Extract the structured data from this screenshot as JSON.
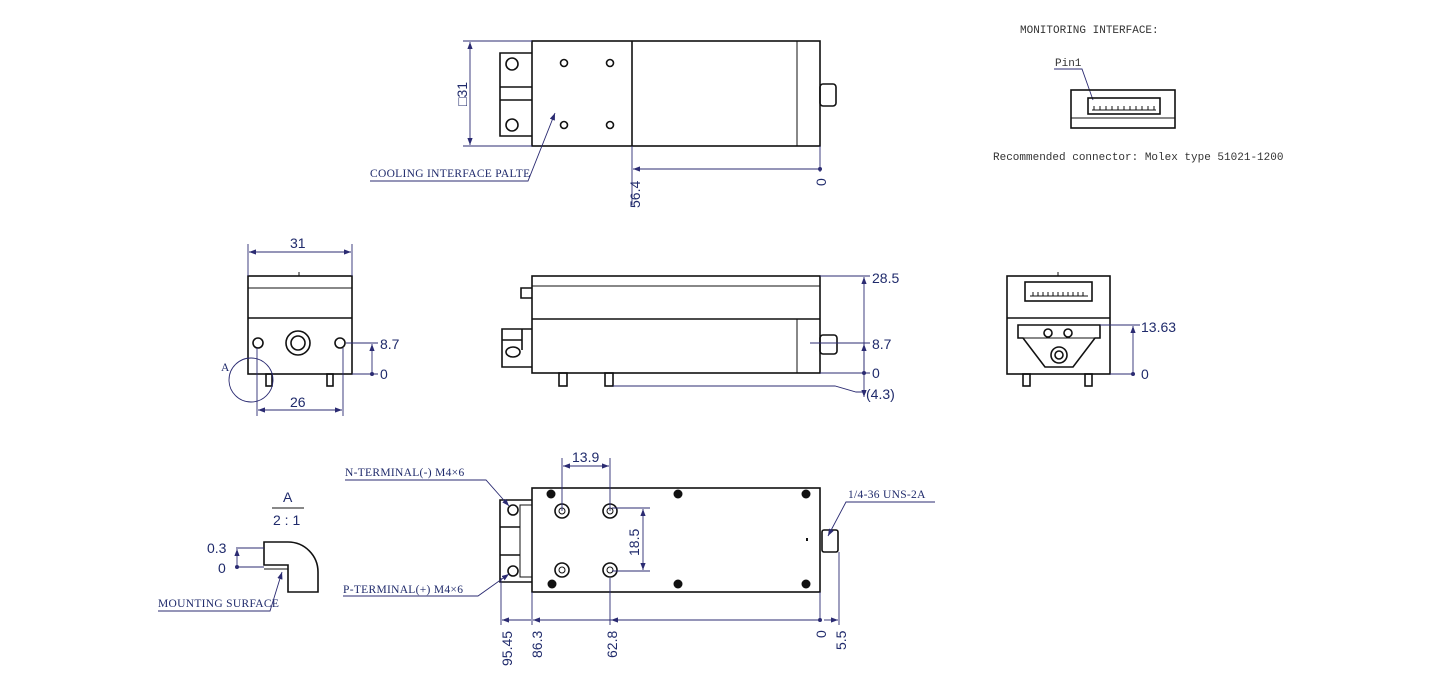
{
  "top_view": {
    "dim_square": "□31",
    "dim_56_4": "56.4",
    "dim_0": "0",
    "cooling_label": "COOLING INTERFACE PALTE"
  },
  "monitoring": {
    "title": "MONITORING INTERFACE:",
    "pin_label": "Pin1",
    "connector_note": "Recommended connector: Molex type 51021-1200"
  },
  "front_view": {
    "dim_width": "31",
    "dim_hole_spacing": "26",
    "dim_8_7": "8.7",
    "dim_0": "0",
    "detail_marker": "A"
  },
  "side_view": {
    "dim_28_5": "28.5",
    "dim_8_7": "8.7",
    "dim_0": "0",
    "dim_4_3": "(4.3)"
  },
  "right_view": {
    "dim_13_63": "13.63",
    "dim_0": "0"
  },
  "detail_a": {
    "label": "A",
    "scale": "2 : 1",
    "dim_0_3": "0.3",
    "dim_0": "0",
    "mounting_label": "MOUNTING SURFACE"
  },
  "bottom_view": {
    "n_terminal": "N-TERMINAL(-) M4×6",
    "p_terminal": "P-TERMINAL(+) M4×6",
    "thread": "1/4-36 UNS-2A",
    "dim_13_9": "13.9",
    "dim_18_5": "18.5",
    "dim_95_45": "95.45",
    "dim_86_3": "86.3",
    "dim_62_8": "62.8",
    "dim_0": "0",
    "dim_5_5": "5.5"
  }
}
